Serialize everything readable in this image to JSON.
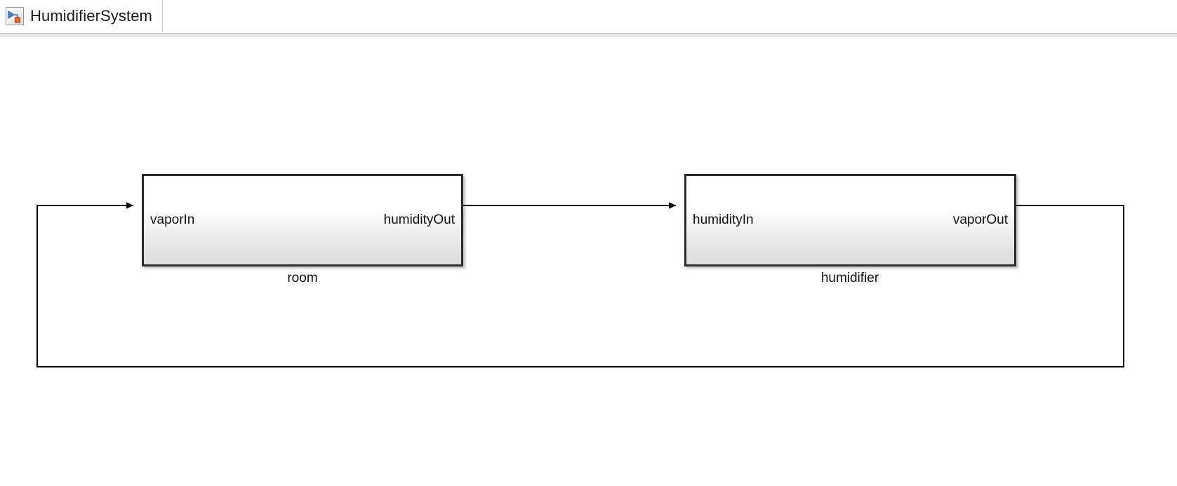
{
  "window": {
    "tab_label": "HumidifierSystem",
    "icon": "simulink-model-icon"
  },
  "canvas": {
    "blocks": [
      {
        "name": "room",
        "caption": "room",
        "inputs": [
          "vaporIn"
        ],
        "outputs": [
          "humidityOut"
        ]
      },
      {
        "name": "humidifier",
        "caption": "humidifier",
        "inputs": [
          "humidityIn"
        ],
        "outputs": [
          "vaporOut"
        ]
      }
    ],
    "signals": [
      {
        "name": "room-to-humidifier",
        "from": "room.humidityOut",
        "to": "humidifier.humidityIn"
      },
      {
        "name": "humidifier-feedback",
        "from": "humidifier.vaporOut",
        "to": "room.vaporIn"
      }
    ]
  },
  "colors": {
    "line": "#000000",
    "block_border": "#2b2b2b",
    "canvas_background": "#ffffff",
    "icon_blue": "#2f7fd0",
    "icon_orange": "#d1561f"
  }
}
